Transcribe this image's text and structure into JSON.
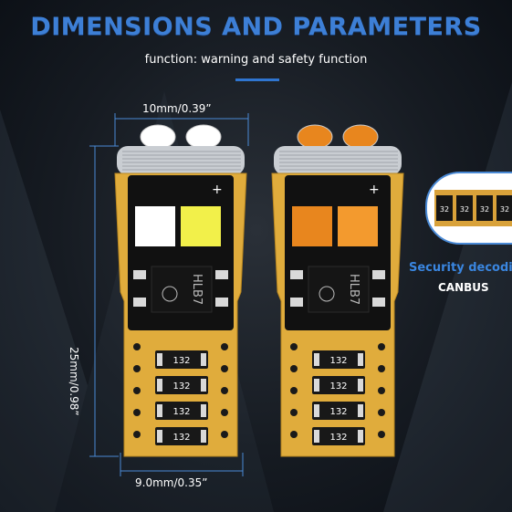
{
  "header": {
    "title": "DIMENSIONS AND PARAMETERS",
    "subtitle": "function: warning and safety function"
  },
  "dimensions": {
    "top_width": "10mm/0.39”",
    "height": "25mm/0.98”",
    "bottom_width": "9.0mm/0.35”"
  },
  "bulbs": [
    {
      "name": "white",
      "led_color": "#f2f04a",
      "led_color_2": "#ffffff",
      "chip_label": "HLB7",
      "resistor_labels": [
        "132",
        "132",
        "132",
        "132"
      ]
    },
    {
      "name": "amber",
      "led_color": "#f39a2e",
      "led_color_2": "#e8861e",
      "chip_label": "HLB7",
      "resistor_labels": [
        "132",
        "132",
        "132",
        "132"
      ]
    }
  ],
  "callout": {
    "line1": "Security decodin",
    "line2": "CANBUS",
    "resistor_labels": [
      "32",
      "32",
      "32",
      "32"
    ]
  },
  "colors": {
    "title_blue": "#3d7fd6",
    "pcb_yellow": "#e0ac3c",
    "pcb_black": "#111111",
    "dim_line_blue": "#4a8ad6"
  }
}
